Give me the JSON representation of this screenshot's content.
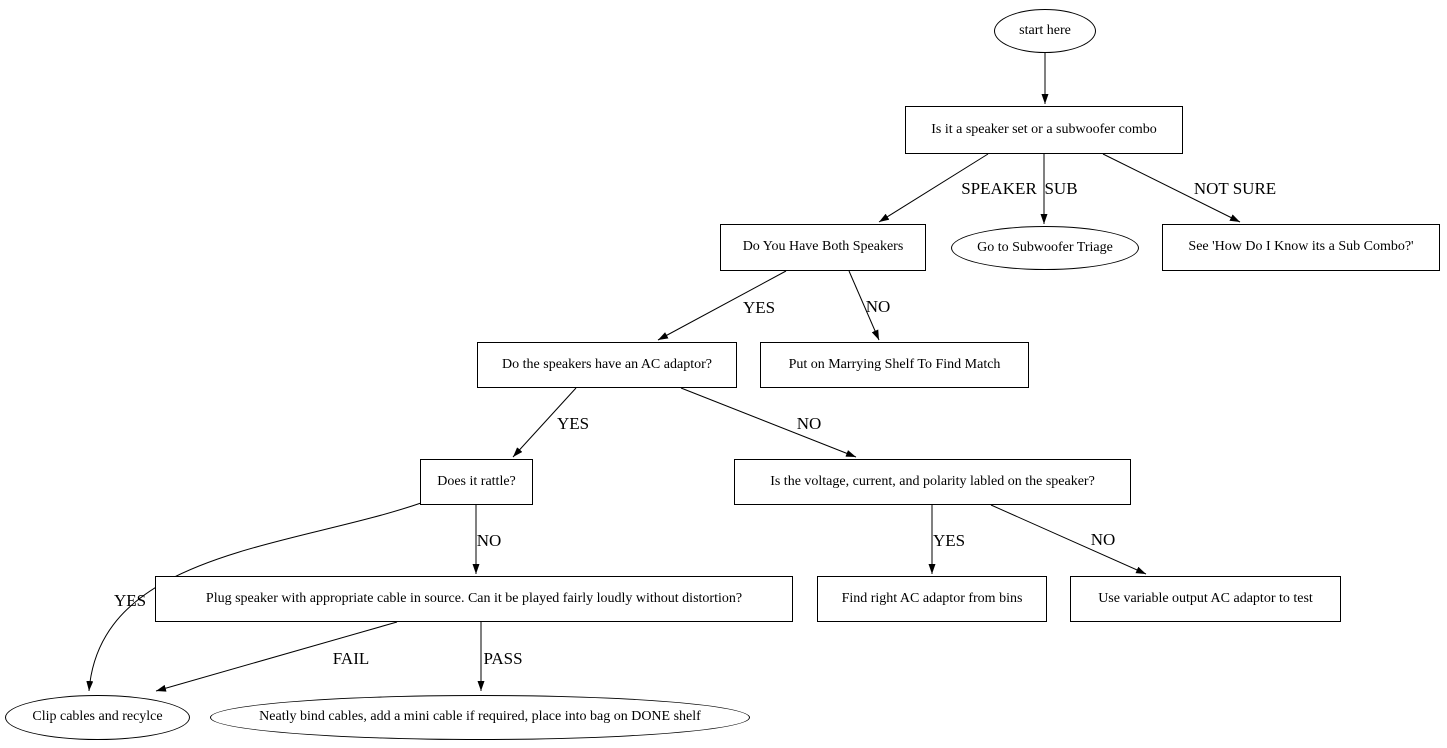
{
  "diagram": {
    "type": "flowchart",
    "background_color": "#ffffff",
    "stroke_color": "#000000",
    "nodes": {
      "start": {
        "label": "start here",
        "shape": "ellipse"
      },
      "question_type": {
        "label": "Is it a speaker set or a subwoofer combo",
        "shape": "rect"
      },
      "both_speakers": {
        "label": "Do You Have Both Speakers",
        "shape": "rect"
      },
      "subwoofer_triage": {
        "label": "Go to Subwoofer Triage",
        "shape": "ellipse"
      },
      "see_how": {
        "label": "See 'How Do I Know its a Sub Combo?'",
        "shape": "rect"
      },
      "ac_adaptor": {
        "label": "Do the speakers have an AC adaptor?",
        "shape": "rect"
      },
      "marrying_shelf": {
        "label": "Put on Marrying Shelf To Find Match",
        "shape": "rect"
      },
      "rattle": {
        "label": "Does it rattle?",
        "shape": "rect"
      },
      "voltage_labeled": {
        "label": "Is the voltage, current, and polarity labled on the speaker?",
        "shape": "rect"
      },
      "plug_speaker": {
        "label": "Plug speaker with appropriate cable in source. Can it be played fairly loudly without distortion?",
        "shape": "rect"
      },
      "find_adaptor": {
        "label": "Find right AC adaptor from bins",
        "shape": "rect"
      },
      "variable_adaptor": {
        "label": "Use variable output AC adaptor to test",
        "shape": "rect"
      },
      "clip_cables": {
        "label": "Clip cables and recylce",
        "shape": "ellipse"
      },
      "bind_cables": {
        "label": "Neatly bind cables, add a mini cable if required, place into bag on DONE shelf",
        "shape": "ellipse"
      }
    },
    "edge_labels": {
      "speaker": "SPEAKER",
      "sub": "SUB",
      "not_sure": "NOT SURE",
      "both_yes": "YES",
      "both_no": "NO",
      "adaptor_yes": "YES",
      "adaptor_no": "NO",
      "rattle_no": "NO",
      "rattle_yes": "YES",
      "voltage_yes": "YES",
      "voltage_no": "NO",
      "fail": "FAIL",
      "pass": "PASS"
    }
  }
}
